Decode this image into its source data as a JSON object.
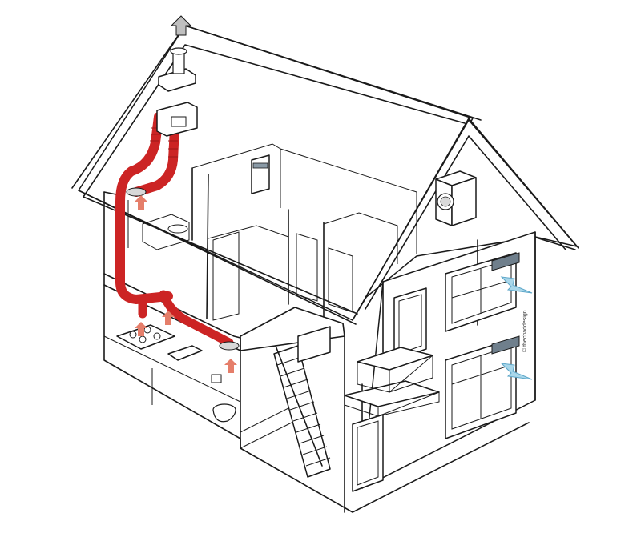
{
  "credit": "© thechaddesign",
  "colors": {
    "duct": "#cc2424",
    "duct_dark": "#9c1717",
    "supply_arrow": "#e57e6a",
    "intake_arrow": "#a9d7ea",
    "intake_arrow_edge": "#5ea7c9",
    "ac_unit": "#6f7f8c",
    "line": "#1a1a1a"
  },
  "icons": [
    "exhaust-arrow-icon",
    "roof-vent-cap",
    "ventilation-unit",
    "washing-machine",
    "air-conditioner",
    "toilet",
    "cooktop",
    "staircase"
  ]
}
